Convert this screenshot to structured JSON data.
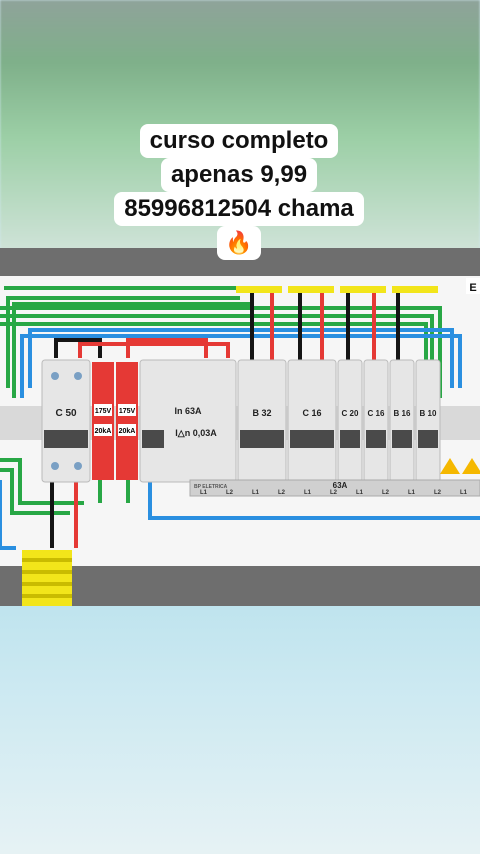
{
  "caption": {
    "line1": "curso completo",
    "line2": "apenas 9,99",
    "line3": "85996812504 chama",
    "emoji": "🔥"
  },
  "breakers": {
    "main": "C 50",
    "dps1_v": "175V",
    "dps1_ka": "20kA",
    "dps2_v": "175V",
    "dps2_ka": "20kA",
    "idr_in": "In 63A",
    "idr_dn": "I△n 0,03A",
    "b32": "B 32",
    "c16a": "C 16",
    "c20": "C 20",
    "c16b": "C 16",
    "b16": "B 16",
    "b10": "B 10"
  },
  "busbar": {
    "brand": "BP ELETRICA",
    "rating": "63A",
    "labels": [
      "L1",
      "L2",
      "L1",
      "L2",
      "L1",
      "L2",
      "L1",
      "L2",
      "L1",
      "L2",
      "L1"
    ]
  },
  "corner_label": "E",
  "colors": {
    "green": "#28a745",
    "blue": "#2a8fe0",
    "red": "#e53935",
    "black": "#151515",
    "yellow": "#f2e51a",
    "dps": "#e53935",
    "warning": "#f5b800"
  }
}
